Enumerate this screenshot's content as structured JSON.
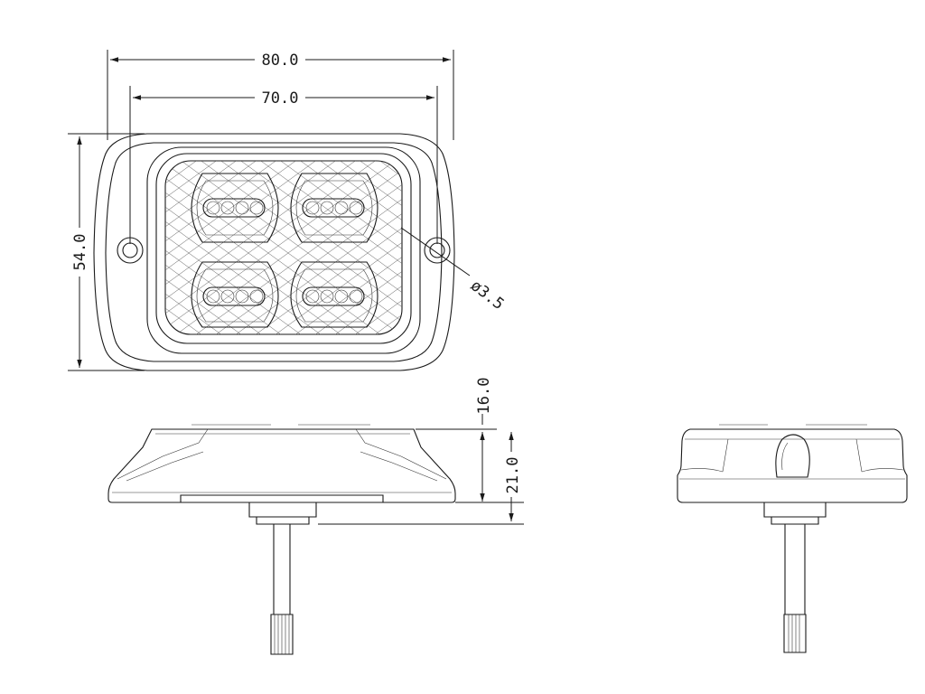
{
  "dimensions": {
    "overall_width": "80.0",
    "hole_spacing": "70.0",
    "height": "54.0",
    "hole_diameter": "ø3.5",
    "lens_height": "16.0",
    "total_depth": "21.0"
  },
  "views": [
    "front",
    "side",
    "end"
  ]
}
